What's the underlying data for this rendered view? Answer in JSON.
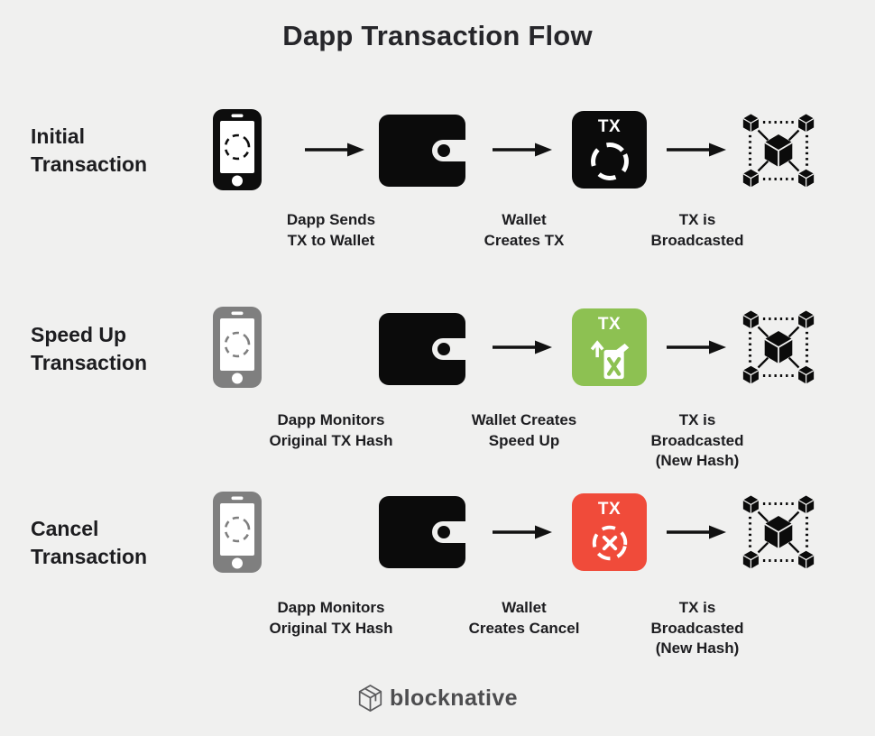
{
  "title": "Dapp Transaction Flow",
  "colors": {
    "background": "#f0f0ef",
    "text": "#1d1d20",
    "icon_black": "#0b0b0b",
    "icon_gray": "#7f7f7f",
    "speed_up_green": "#8dc152",
    "cancel_red": "#f04b3a",
    "brand_gray": "#4d4d4f"
  },
  "rows": [
    {
      "label": "Initial\nTransaction",
      "tx_box": {
        "tag": "TX",
        "icon": "pending-spinner-icon",
        "color": "#0b0b0b"
      },
      "steps": [
        {
          "caption": "Dapp Sends\nTX to Wallet"
        },
        {
          "caption": "Wallet\nCreates TX"
        },
        {
          "caption": "TX is\nBroadcasted"
        }
      ]
    },
    {
      "label": "Speed Up\nTransaction",
      "tx_box": {
        "tag": "TX",
        "icon": "gas-speed-up-icon",
        "color": "#8dc152"
      },
      "steps": [
        {
          "caption": "Dapp Monitors\nOriginal TX Hash"
        },
        {
          "caption": "Wallet Creates\nSpeed Up"
        },
        {
          "caption": "TX is\nBroadcasted\n(New Hash)"
        }
      ]
    },
    {
      "label": "Cancel\nTransaction",
      "tx_box": {
        "tag": "TX",
        "icon": "cancel-circle-x-icon",
        "color": "#f04b3a"
      },
      "steps": [
        {
          "caption": "Dapp Monitors\nOriginal TX Hash"
        },
        {
          "caption": "Wallet\nCreates Cancel"
        },
        {
          "caption": "TX is\nBroadcasted\n(New Hash)"
        }
      ]
    }
  ],
  "footer": {
    "brand": "blocknative"
  }
}
